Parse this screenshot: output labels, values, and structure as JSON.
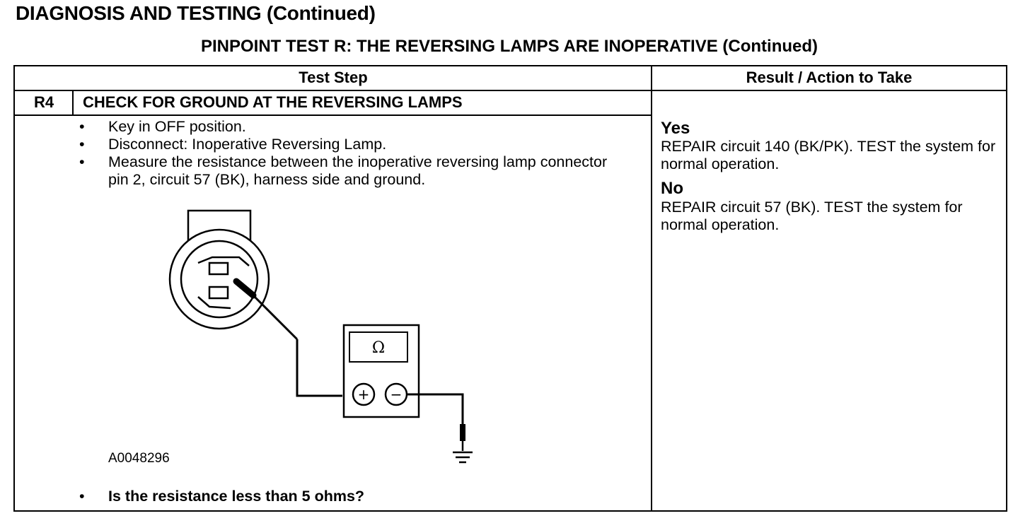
{
  "page": {
    "title": "DIAGNOSIS AND TESTING (Continued)",
    "subtitle": "PINPOINT TEST  R: THE REVERSING LAMPS ARE INOPERATIVE (Continued)"
  },
  "table": {
    "col_headers": [
      "Test Step",
      "Result / Action to Take"
    ],
    "step": {
      "id": "R4",
      "title": "CHECK FOR GROUND AT THE REVERSING LAMPS",
      "bullets": [
        "Key in OFF position.",
        "Disconnect: Inoperative Reversing Lamp.",
        "Measure the resistance between the inoperative reversing lamp connector pin 2, circuit 57 (BK), harness side and ground."
      ],
      "figure_id": "A0048296",
      "question": "Is the resistance less than 5 ohms?"
    },
    "results": [
      {
        "label": "Yes",
        "text": "REPAIR circuit 140 (BK/PK). TEST the system for normal operation."
      },
      {
        "label": "No",
        "text": "REPAIR circuit 57 (BK). TEST the system for normal operation."
      }
    ]
  },
  "diagram": {
    "meter_symbol": "Ω",
    "plus_symbol": "+",
    "minus_symbol": "−",
    "icons": [
      "lamp-connector-icon",
      "ohmmeter-icon",
      "ground-symbol-icon"
    ]
  }
}
